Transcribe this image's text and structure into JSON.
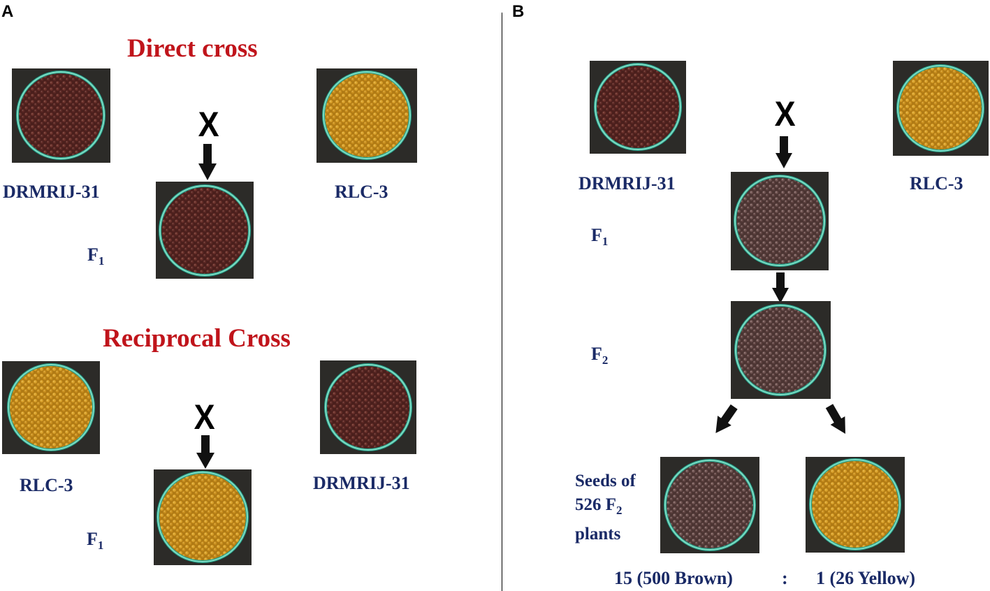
{
  "panel_a": {
    "label": "A",
    "direct_title": "Direct cross",
    "reciprocal_title": "Reciprocal Cross",
    "direct": {
      "parent1": "DRMRIJ-31",
      "parent2": "RLC-3",
      "cross_symbol": "X",
      "f1": "F",
      "f1_sub": "1"
    },
    "reciprocal": {
      "parent1": "RLC-3",
      "parent2": "DRMRIJ-31",
      "cross_symbol": "X",
      "f1": "F",
      "f1_sub": "1"
    }
  },
  "panel_b": {
    "label": "B",
    "parent1": "DRMRIJ-31",
    "parent2": "RLC-3",
    "cross_symbol": "X",
    "f1": "F",
    "f1_sub": "1",
    "f2": "F",
    "f2_sub": "2",
    "seeds_line1": "Seeds of",
    "seeds_line2_pre": "526 F",
    "seeds_line2_sub": "2",
    "seeds_line3": "plants",
    "ratio_left": "15 (500 Brown)",
    "ratio_colon": ":",
    "ratio_right": "1 (26 Yellow)"
  },
  "colors": {
    "brown_seed": "#5a2a22",
    "yellow_seed": "#c8901e",
    "title_red": "#c0141b",
    "label_navy": "#1a2a66"
  }
}
